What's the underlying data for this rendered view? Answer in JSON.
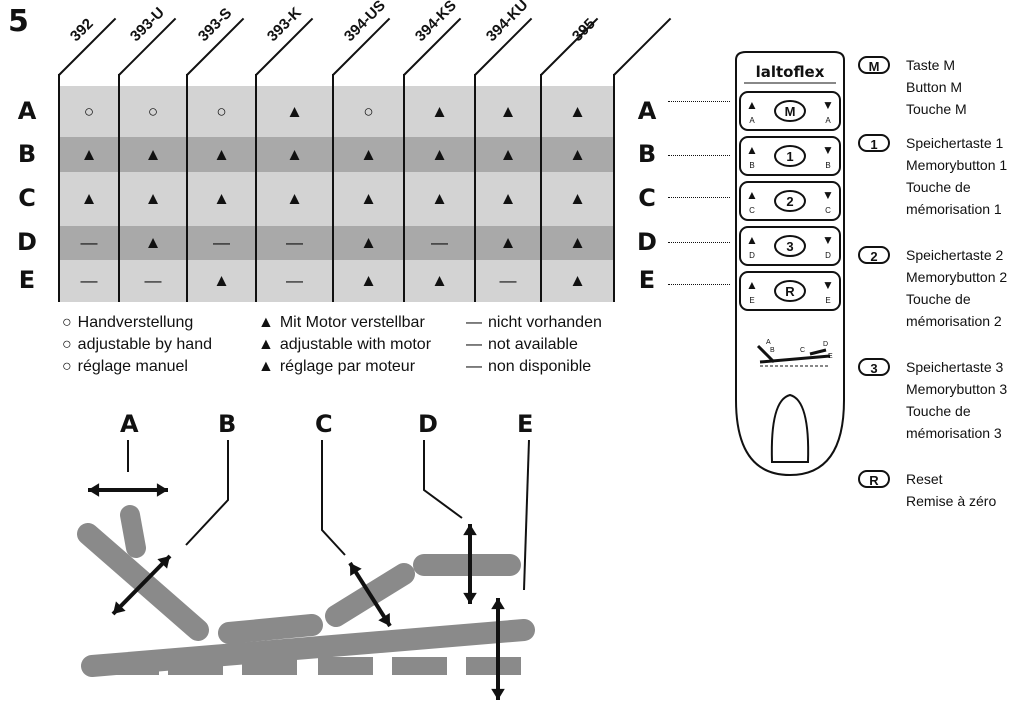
{
  "step_number": "5",
  "models": [
    "392",
    "393-U",
    "393-S",
    "393-K",
    "394-US",
    "394-KS",
    "394-KU",
    "395"
  ],
  "row_letters": [
    "A",
    "B",
    "C",
    "D",
    "E"
  ],
  "matrix": [
    [
      "○",
      "○",
      "○",
      "▲",
      "○",
      "▲",
      "▲",
      "▲"
    ],
    [
      "▲",
      "▲",
      "▲",
      "▲",
      "▲",
      "▲",
      "▲",
      "▲"
    ],
    [
      "▲",
      "▲",
      "▲",
      "▲",
      "▲",
      "▲",
      "▲",
      "▲"
    ],
    [
      "—",
      "▲",
      "—",
      "—",
      "▲",
      "—",
      "▲",
      "▲"
    ],
    [
      "—",
      "—",
      "▲",
      "—",
      "▲",
      "▲",
      "—",
      "▲"
    ]
  ],
  "legend": {
    "hand": {
      "symbol": "○",
      "lines": [
        "Handverstellung",
        "adjustable by hand",
        "réglage manuel"
      ]
    },
    "motor": {
      "symbol": "▲",
      "lines": [
        "Mit Motor verstellbar",
        "adjustable with motor",
        "réglage par moteur"
      ]
    },
    "none": {
      "symbol": "—",
      "lines": [
        "nicht vorhanden",
        "not available",
        "non disponible"
      ]
    }
  },
  "remote": {
    "brand": "laltoflex",
    "buttons": [
      {
        "center": "M",
        "left": "A",
        "right": "A"
      },
      {
        "center": "1",
        "left": "B",
        "right": "B"
      },
      {
        "center": "2",
        "left": "C",
        "right": "C"
      },
      {
        "center": "3",
        "left": "D",
        "right": "D"
      },
      {
        "center": "R",
        "left": "E",
        "right": "E"
      }
    ],
    "diagram_labels": [
      "A",
      "B",
      "C",
      "D",
      "E"
    ]
  },
  "button_legend": [
    {
      "key": "M",
      "lines": [
        "Taste M",
        "Button M",
        "Touche M"
      ]
    },
    {
      "key": "1",
      "lines": [
        "Speichertaste 1",
        "Memorybutton 1",
        "Touche de",
        "mémorisation 1"
      ]
    },
    {
      "key": "2",
      "lines": [
        "Speichertaste 2",
        "Memorybutton 2",
        "Touche de",
        "mémorisation 2"
      ]
    },
    {
      "key": "3",
      "lines": [
        "Speichertaste 3",
        "Memorybutton 3",
        "Touche de",
        "mémorisation 3"
      ]
    },
    {
      "key": "R",
      "lines": [
        "Reset",
        "Remise à zéro"
      ]
    }
  ],
  "diagram_letters": [
    "A",
    "B",
    "C",
    "D",
    "E"
  ],
  "colors": {
    "light_row": "#d3d3d3",
    "dark_row": "#a9a9a9",
    "part": "#8a8a8a",
    "ink": "#111111"
  }
}
